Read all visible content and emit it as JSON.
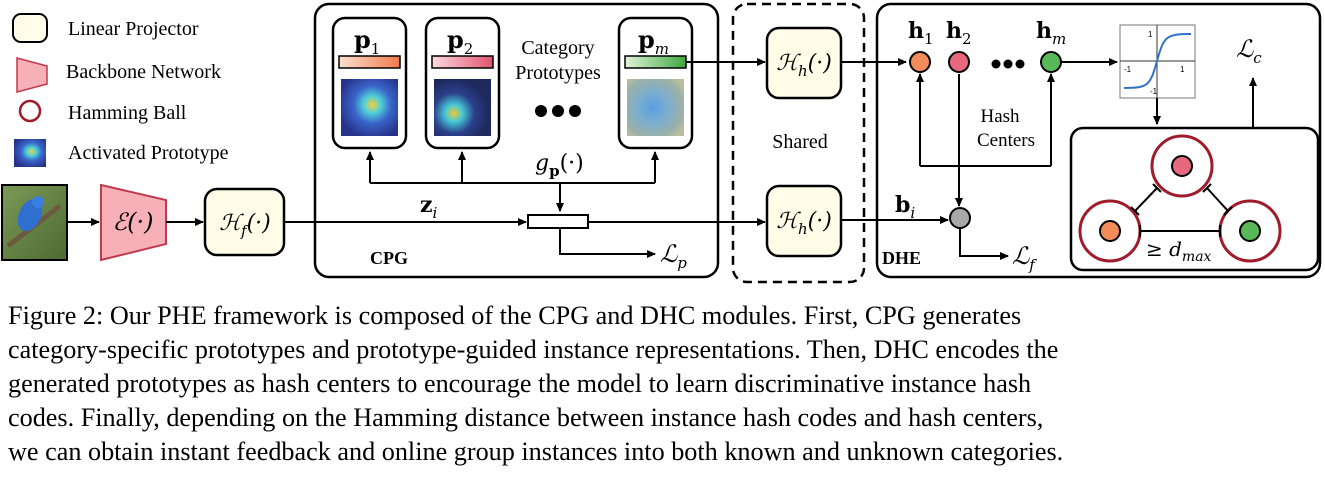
{
  "legend": {
    "linear_projector": "Linear Projector",
    "backbone_network": "Backbone Network",
    "hamming_ball": "Hamming Ball",
    "activated_prototype": "Activated Prototype"
  },
  "cpg": {
    "label": "CPG",
    "category_prototypes_line1": "Category",
    "category_prototypes_line2": "Prototypes",
    "proto_1": {
      "base": "p",
      "sub": "1"
    },
    "proto_2": {
      "base": "p",
      "sub": "2"
    },
    "proto_m": {
      "base": "p",
      "sub": "m"
    },
    "g_func": {
      "base": "g",
      "sub": "p",
      "tail": "(·)"
    },
    "z_i": {
      "base": "z",
      "sub": "i"
    },
    "loss_p": {
      "base": "ℒ",
      "sub": "p"
    },
    "bar_colors": [
      "#f08a5d",
      "#e5697e",
      "#5bbf5b"
    ]
  },
  "encoder": {
    "label": "ℰ(·)"
  },
  "proj_f": {
    "base": "ℋ",
    "sub": "f",
    "tail": "(·)"
  },
  "proj_h": {
    "base": "ℋ",
    "sub": "h",
    "tail": "(·)"
  },
  "shared": {
    "label": "Shared"
  },
  "dhe": {
    "label": "DHE",
    "h_1": {
      "base": "h",
      "sub": "1"
    },
    "h_2": {
      "base": "h",
      "sub": "2"
    },
    "h_m": {
      "base": "h",
      "sub": "m"
    },
    "hash_centers_line1": "Hash",
    "hash_centers_line2": "Centers",
    "b_i": {
      "base": "b",
      "sub": "i"
    },
    "loss_f": {
      "base": "ℒ",
      "sub": "f"
    },
    "loss_c": {
      "base": "ℒ",
      "sub": "c"
    },
    "dmax": {
      "prefix": "≥ d",
      "sub": "max"
    },
    "tanh_ticks": {
      "pos": "1",
      "neg": "-1"
    },
    "colors": {
      "orange": "#f28c5a",
      "pink": "#e8687f",
      "green": "#57b957",
      "gray": "#a9a9a9",
      "ball": "#a01c2c"
    }
  },
  "caption": {
    "lines": [
      "Figure 2: Our PHE framework is composed of the CPG and DHC modules. First, CPG generates",
      "category-specific prototypes and prototype-guided instance representations. Then, DHC encodes the",
      "generated prototypes as hash centers to encourage the model to learn discriminative instance hash",
      "codes. Finally, depending on the Hamming distance between instance hash codes and hash centers,",
      "we can obtain instant feedback and online group instances into both known and unknown categories."
    ]
  }
}
